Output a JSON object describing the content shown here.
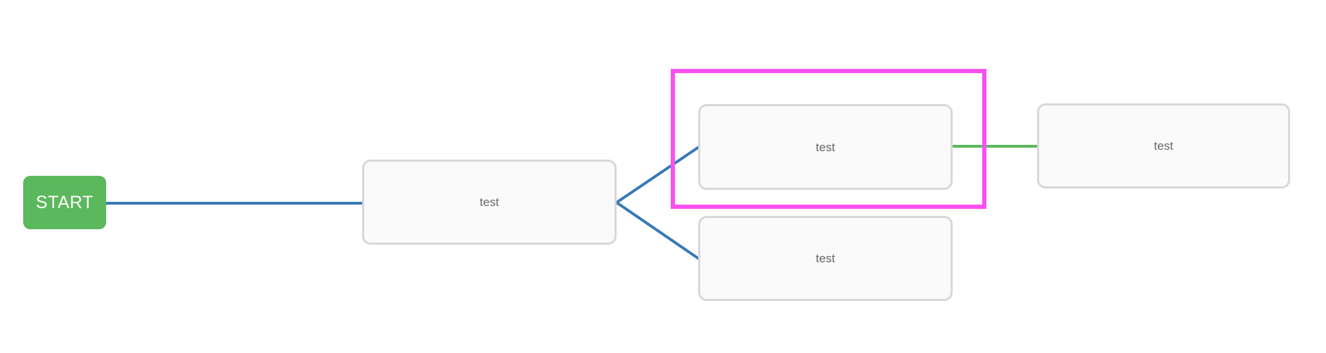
{
  "diagram": {
    "start_node": {
      "label": "START"
    },
    "nodes": [
      {
        "id": "node-1",
        "label": "test"
      },
      {
        "id": "node-2",
        "label": "test",
        "selected": true
      },
      {
        "id": "node-3",
        "label": "test"
      },
      {
        "id": "node-4",
        "label": "test"
      }
    ],
    "connections": [
      {
        "from": "start",
        "to": "node-1",
        "type": "blue"
      },
      {
        "from": "node-1",
        "to": "node-2",
        "type": "blue"
      },
      {
        "from": "node-1",
        "to": "node-3",
        "type": "blue"
      },
      {
        "from": "node-2",
        "to": "node-4",
        "type": "green"
      }
    ],
    "selected_node_id": "node-2"
  },
  "colors": {
    "canvas_background": "#ffffff",
    "start_fill": "#5cb85c",
    "start_text": "#ffffff",
    "connector_blue": "#3879b5",
    "connector_green": "#5cb85c",
    "selection_outline": "#fa50f2",
    "node_fill": "#fafafa",
    "node_border": "#d8d8d8",
    "node_text": "#666666"
  }
}
